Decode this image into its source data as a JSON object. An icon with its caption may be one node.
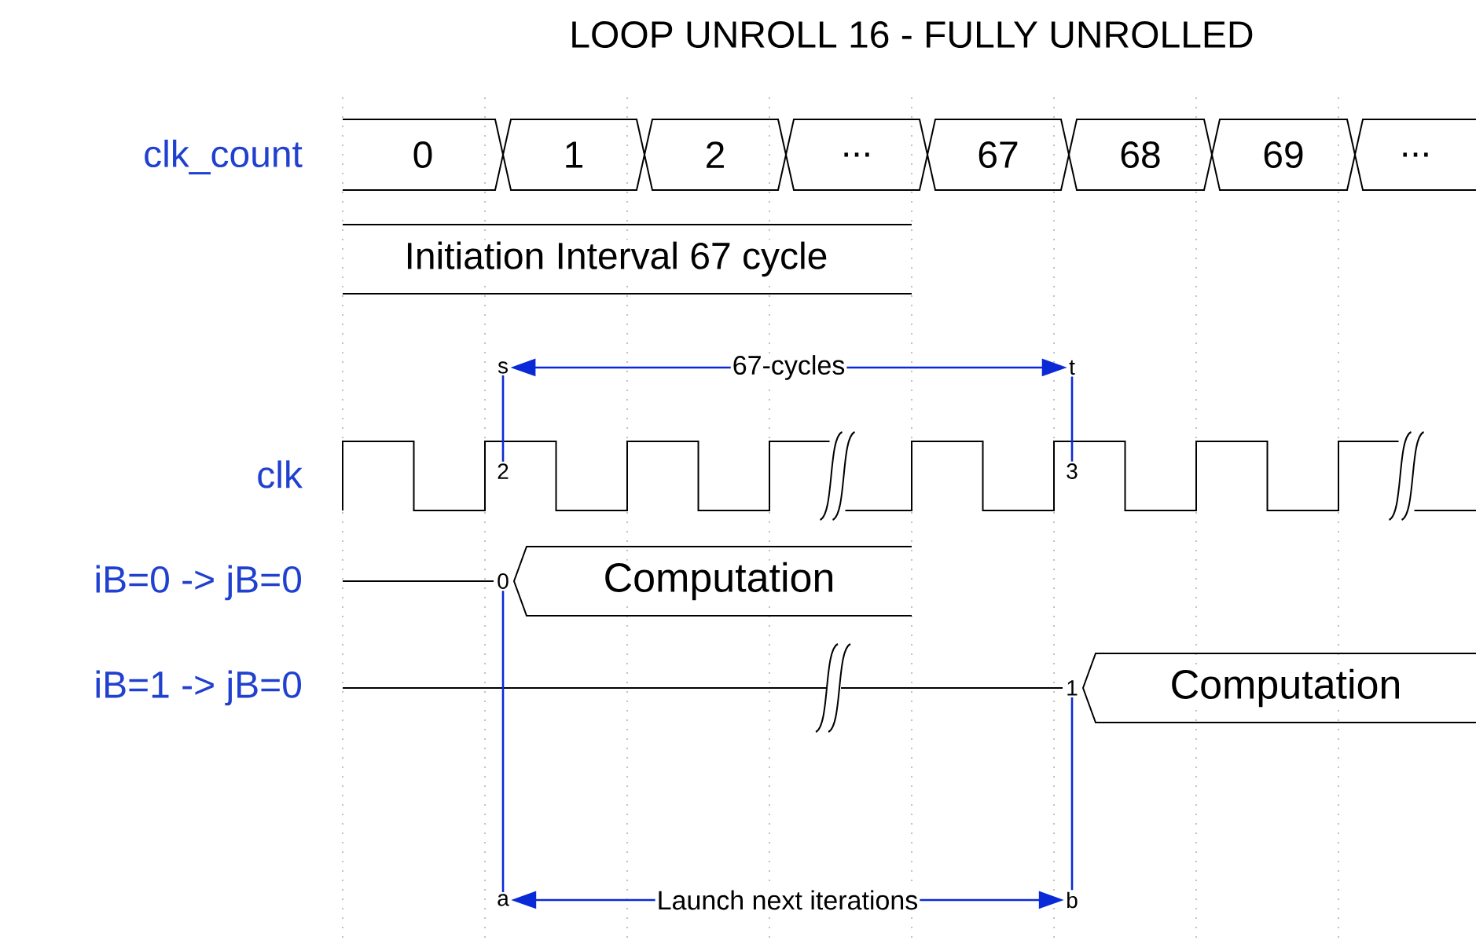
{
  "diagram": {
    "title": "LOOP UNROLL 16 - FULLY UNROLLED",
    "nodes": [
      {
        "text": [
          "0"
        ]
      },
      {
        "text": [
          "1"
        ]
      },
      {
        "text": [
          "2"
        ]
      },
      {
        "text": [
          "..."
        ]
      },
      {
        "text": [
          "67"
        ]
      },
      {
        "text": [
          "68"
        ]
      },
      {
        "text": [
          "69"
        ]
      },
      {
        "text": [
          "..."
        ]
      },
      {
        "text": [
          "Initiation Interval 67 cycle"
        ]
      },
      {
        "text": [
          "s"
        ]
      },
      {
        "text": [
          "t"
        ]
      },
      {
        "text": [
          "2"
        ]
      },
      {
        "text": [
          "3"
        ]
      },
      {
        "text": [
          "0"
        ]
      },
      {
        "text": [
          "Computation"
        ]
      },
      {
        "text": [
          "1"
        ]
      },
      {
        "text": [
          "Computation"
        ]
      },
      {
        "text": [
          "a"
        ]
      },
      {
        "text": [
          "b"
        ]
      }
    ],
    "edges": [
      {
        "from": 9,
        "to": 10,
        "arrow": "both",
        "label": "67-cycles",
        "color": "#0a2ad8"
      },
      {
        "from": 9,
        "to": 11,
        "arrow": "none",
        "color": "#0a2ad8"
      },
      {
        "from": 10,
        "to": 12,
        "arrow": "none",
        "color": "#0a2ad8"
      },
      {
        "from": 13,
        "to": 17,
        "arrow": "none",
        "color": "#0a2ad8"
      },
      {
        "from": 15,
        "to": 18,
        "arrow": "none",
        "color": "#0a2ad8"
      },
      {
        "from": 17,
        "to": 18,
        "arrow": "both",
        "label": "Launch next iterations",
        "color": "#0a2ad8"
      }
    ],
    "labels": [
      "clk_count",
      "clk",
      "iB=0 -> jB=0",
      "iB=1 -> jB=0"
    ]
  }
}
